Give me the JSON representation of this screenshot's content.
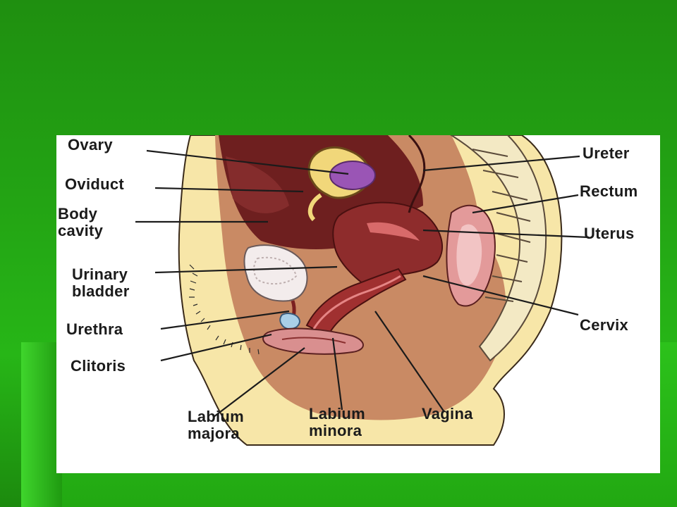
{
  "diagram": {
    "labels": {
      "ovary": "Ovary",
      "oviduct": "Oviduct",
      "body_cavity": "Body\ncavity",
      "urinary_bladder": "Urinary\nbladder",
      "urethra": "Urethra",
      "clitoris": "Clitoris",
      "labium_majora": "Labium\nmajora",
      "labium_minora": "Labium\nminora",
      "vagina": "Vagina",
      "cervix": "Cervix",
      "uterus": "Uterus",
      "rectum": "Rectum",
      "ureter": "Ureter"
    },
    "colors": {
      "slide_background": "#23a414",
      "skin": "#f7e6a8",
      "flesh": "#c07a55",
      "organ_dark": "#7a2424",
      "organ_mid": "#9b3a3a",
      "ovary": "#9a55b5",
      "bladder": "#f3ecec",
      "leader_line": "#1b1b1b"
    }
  }
}
